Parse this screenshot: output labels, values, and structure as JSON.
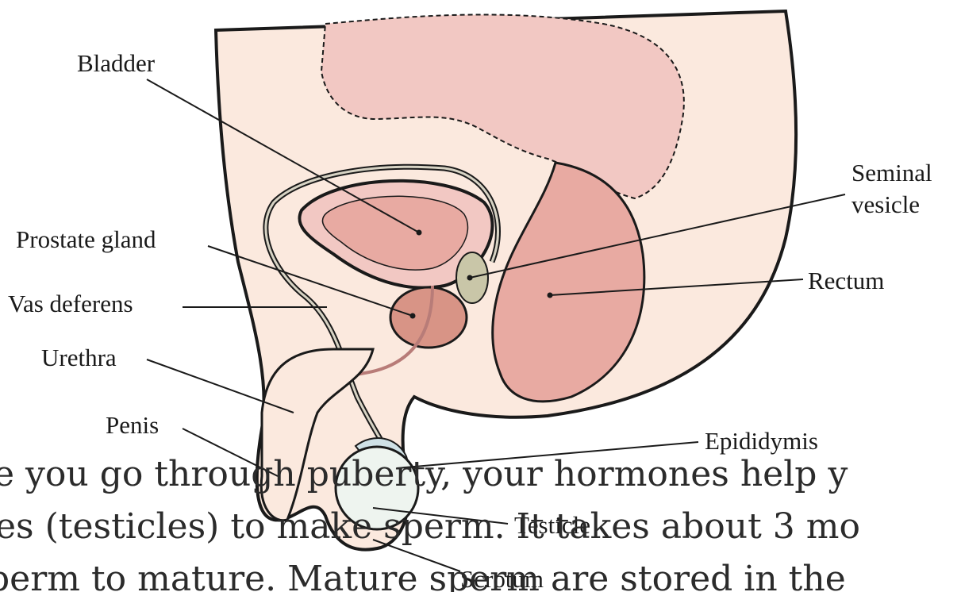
{
  "labels": {
    "bladder": "Bladder",
    "seminal_vesicle_1": "Seminal",
    "seminal_vesicle_2": "vesicle",
    "prostate_gland": "Prostate gland",
    "rectum": "Rectum",
    "vas_deferens": "Vas deferens",
    "urethra": "Urethra",
    "penis": "Penis",
    "epididymis": "Epididymis",
    "testicle": "Testicle",
    "scrotum": "Scrotum"
  },
  "body_text": {
    "line1": "e you go through puberty, your hormones help y",
    "line2": "es (testicles) to make sperm. It takes about 3 mo",
    "line3": "perm to mature. Mature sperm are stored in the"
  },
  "colors": {
    "skin": "#fbe9de",
    "organ": "#e8aaa2",
    "organ_light": "#f2c8c3",
    "prostate": "#d89486",
    "vesicle": "#c9c6a8",
    "testicle": "#eef4ef",
    "epididymis": "#cfe1e6",
    "outline": "#1a1a1a"
  }
}
